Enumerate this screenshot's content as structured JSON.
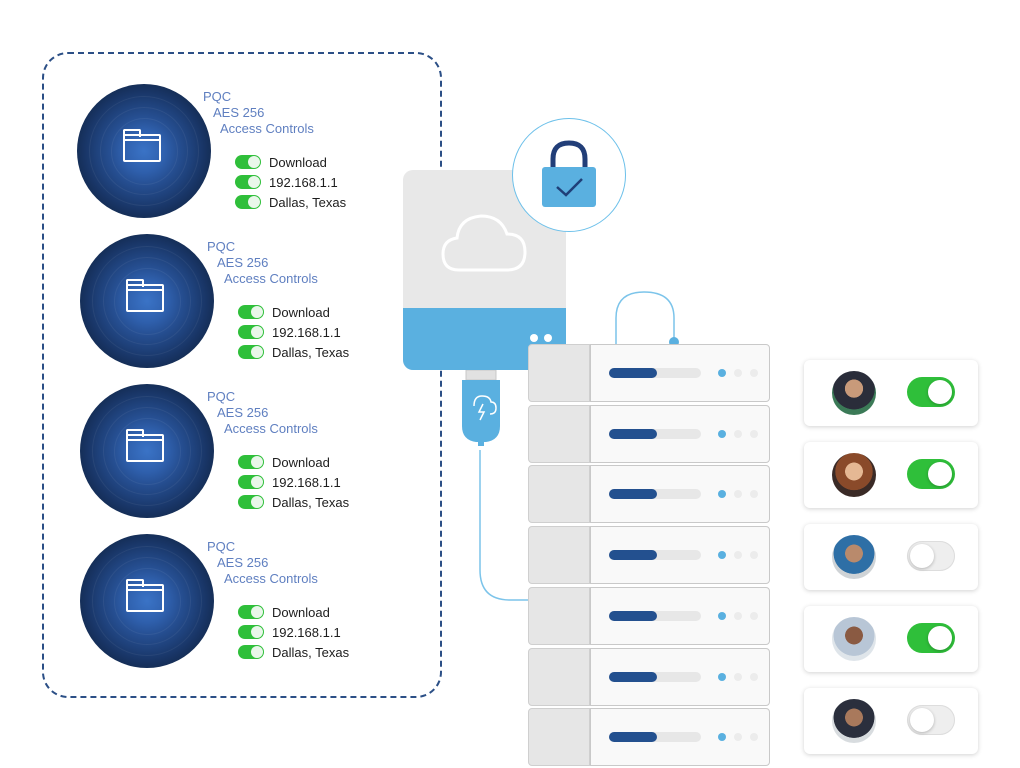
{
  "file_items": [
    {
      "protocol": "PQC",
      "encryption": "AES 256",
      "access": "Access Controls",
      "rows": [
        "Download",
        "192.168.1.1",
        "Dallas, Texas"
      ]
    },
    {
      "protocol": "PQC",
      "encryption": "AES 256",
      "access": "Access Controls",
      "rows": [
        "Download",
        "192.168.1.1",
        "Dallas, Texas"
      ]
    },
    {
      "protocol": "PQC",
      "encryption": "AES 256",
      "access": "Access Controls",
      "rows": [
        "Download",
        "192.168.1.1",
        "Dallas, Texas"
      ]
    },
    {
      "protocol": "PQC",
      "encryption": "AES 256",
      "access": "Access Controls",
      "rows": [
        "Download",
        "192.168.1.1",
        "Dallas, Texas"
      ]
    }
  ],
  "icons": {
    "file": "folder-icon",
    "cloud": "cloud-icon",
    "lock": "padlock-check-icon",
    "usb": "usb-lightning-icon"
  },
  "users": [
    {
      "name": "user-1",
      "enabled": true
    },
    {
      "name": "user-2",
      "enabled": true
    },
    {
      "name": "user-3",
      "enabled": false
    },
    {
      "name": "user-4",
      "enabled": true
    },
    {
      "name": "user-5",
      "enabled": false
    }
  ],
  "server_units": 7,
  "colors": {
    "panel_border": "#2b4f86",
    "label_blue": "#5f7fc0",
    "toggle_on": "#2fbf3a",
    "accent_cyan": "#5ab0e0",
    "server_bar": "#23508f"
  }
}
